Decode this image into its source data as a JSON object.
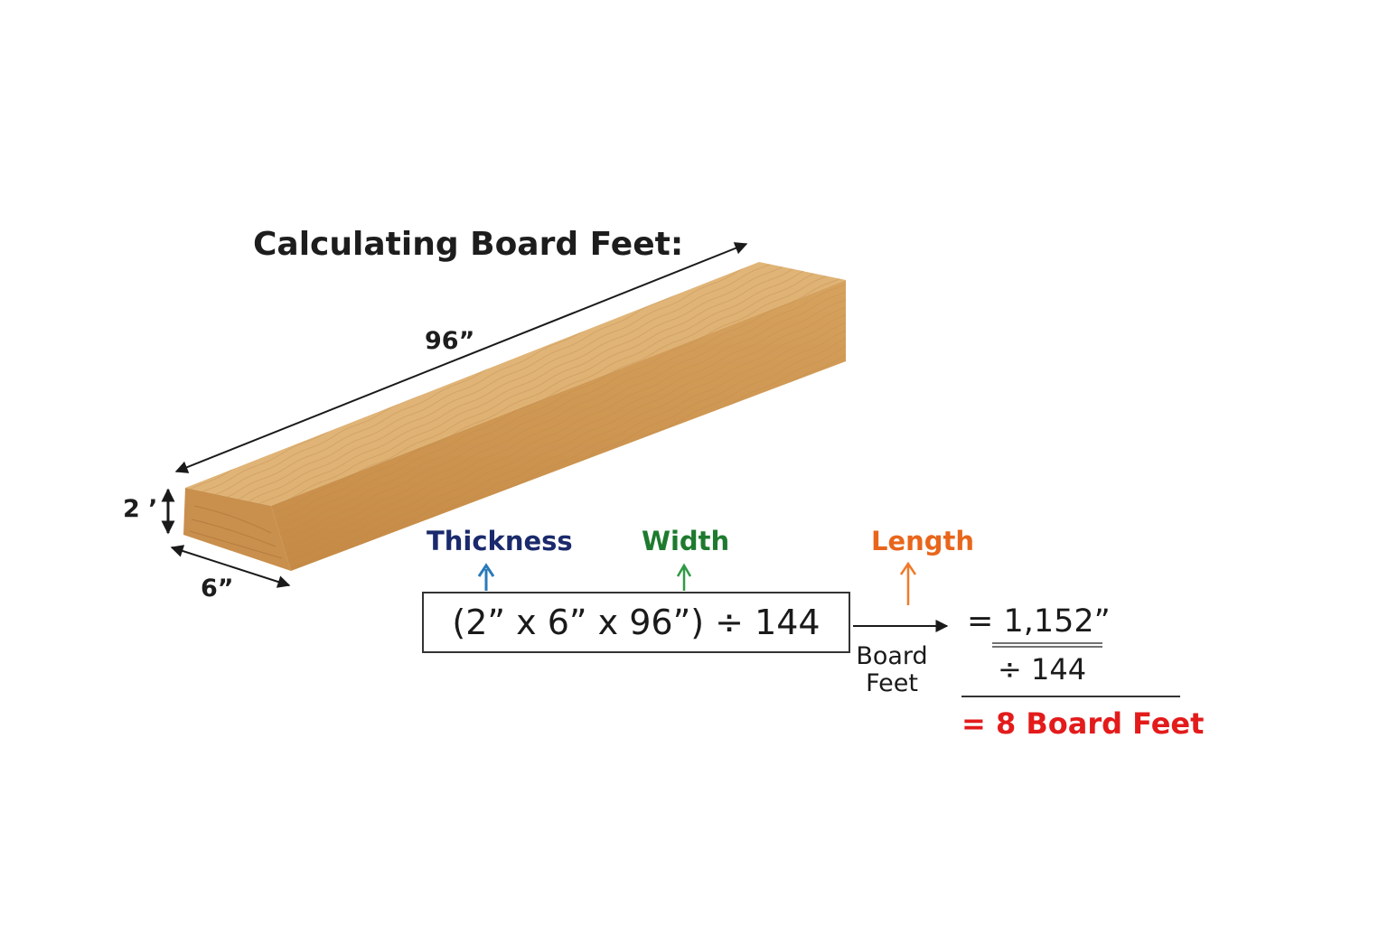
{
  "title": "Calculating Board Feet:",
  "dimensions": {
    "length": "96”",
    "thickness": "2 ’",
    "width": "6”"
  },
  "terms": {
    "thickness": "Thickness",
    "width": "Width",
    "length": "Length"
  },
  "formula": "(2” x 6” x 96”) ÷ 144",
  "board_feet_label": [
    "Board",
    "Feet"
  ],
  "result": {
    "numerator": "= 1,152”",
    "divisor": "÷ 144",
    "final": "=  8 Board Feet"
  },
  "colors": {
    "thickness": "#1a2a6c",
    "width": "#1e7a2e",
    "length": "#e8661c",
    "thickness_arrow": "#2a7ab8",
    "width_arrow": "#2f9a45",
    "length_arrow": "#f07a2a",
    "final": "#e31b1b",
    "wood_top": "#e0b57a",
    "wood_front": "#cf9a55",
    "wood_end": "#c88e4a"
  },
  "icons": [
    "dimension-arrow-icon",
    "up-arrow-icon",
    "right-arrow-icon"
  ]
}
